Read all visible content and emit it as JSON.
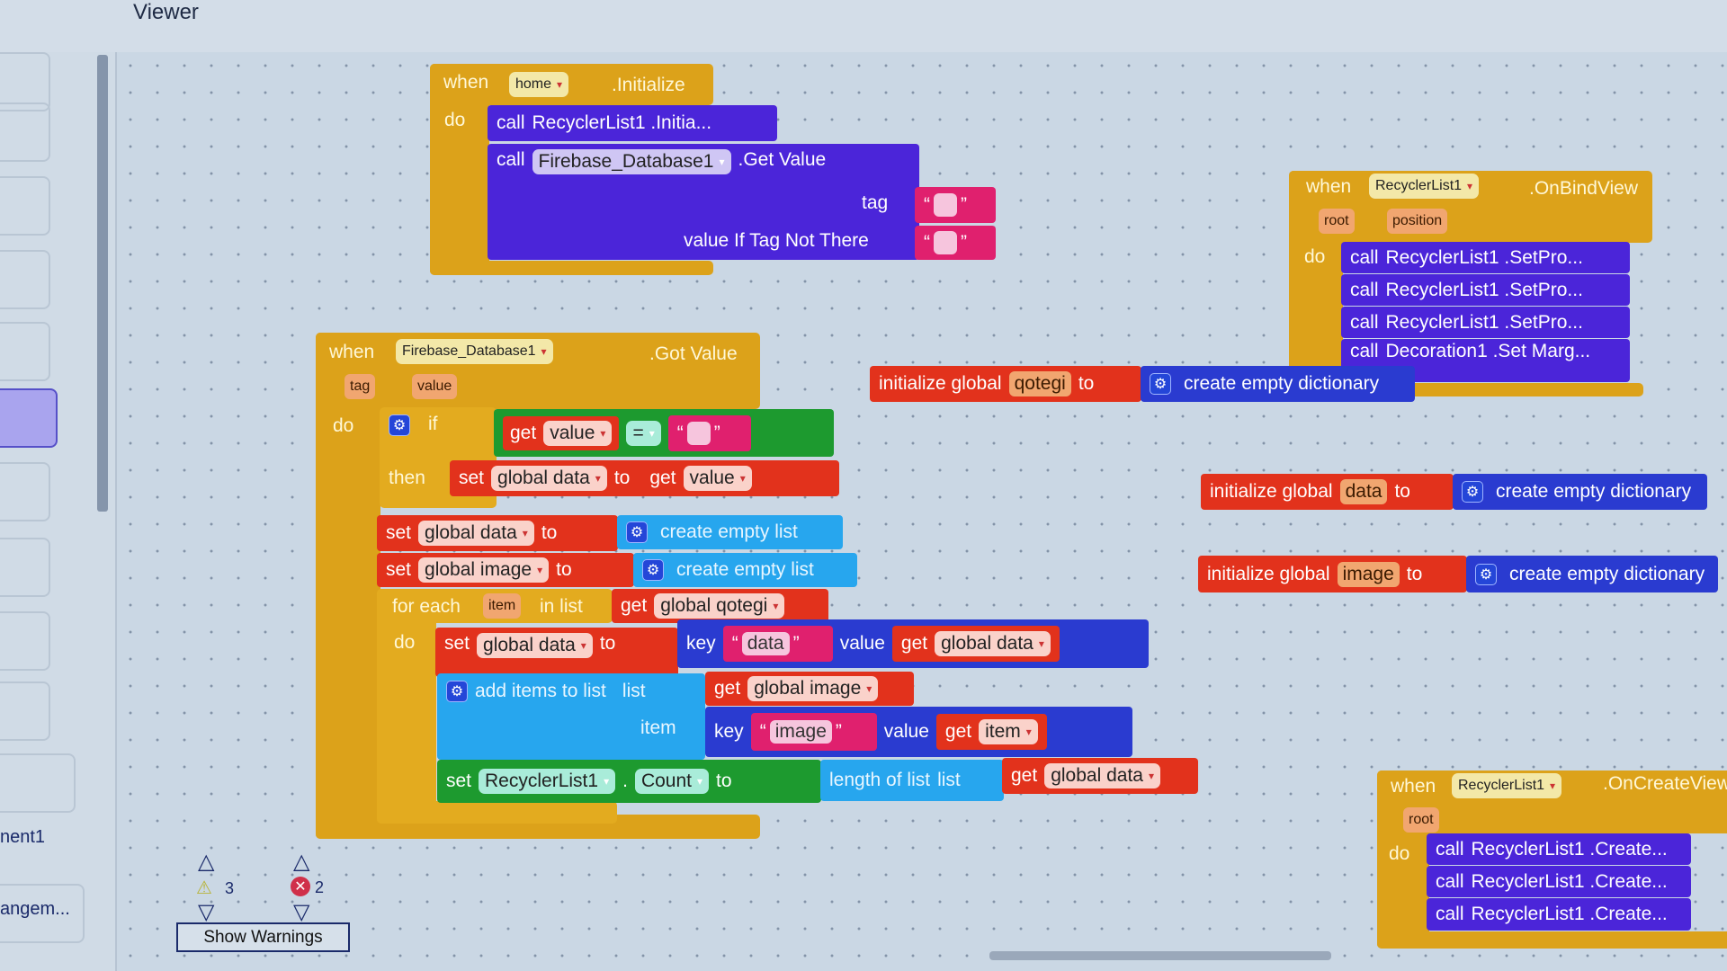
{
  "header": {
    "title": "Viewer"
  },
  "sidebar": {
    "items": [
      "nent1",
      "angem..."
    ]
  },
  "kw": {
    "when": "when",
    "do": "do",
    "call": "call",
    "set": "set",
    "to": "to",
    "get": "get",
    "key": "key",
    "value": "value",
    "if": "if",
    "then": "then",
    "list": "list",
    "item": "item",
    "tag": "tag",
    "root": "root",
    "position": "position",
    "dot": ".",
    "initialize_global": "initialize global",
    "create_empty_dictionary": "create empty dictionary",
    "create_empty_list": "create empty list",
    "for_each": "for each",
    "in_list": "in list",
    "add_items_to_list": "add items to list",
    "length_of_list": "length of list",
    "quote_open": "“",
    "quote_close": "”",
    "eq": "=",
    "dropdown_arrow": "▾"
  },
  "home_init": {
    "component": "home",
    "event": ".Initialize",
    "call1": "RecyclerList1 .Initia...",
    "getvalue_component": "Firebase_Database1",
    "getvalue_method": ".Get Value",
    "arg_tag": "tag",
    "arg_value": "value If Tag Not There",
    "tag_text": "",
    "value_text": ""
  },
  "got_value": {
    "component": "Firebase_Database1",
    "event": ".Got Value",
    "param1": "tag",
    "param2": "value",
    "compare_var": "value",
    "compare_text": "",
    "then_var": "global data",
    "then_get": "value",
    "set1_var": "global data",
    "set2_var": "global image",
    "foreach_var": "item",
    "foreach_list": "global qotegi",
    "loop_set_var": "global data",
    "pair1_key": "data",
    "pair1_value": "global data",
    "add_list": "global image",
    "pair2_key": "image",
    "pair2_value": "item",
    "count_component": "RecyclerList1",
    "count_prop": "Count",
    "length_list": "global data"
  },
  "globals": [
    {
      "name": "qotegi"
    },
    {
      "name": "data"
    },
    {
      "name": "image"
    }
  ],
  "on_bind_view": {
    "component": "RecyclerList1",
    "event": ".OnBindView",
    "params": [
      "root",
      "position"
    ],
    "calls": [
      "RecyclerList1 .SetPro...",
      "RecyclerList1 .SetPro...",
      "RecyclerList1 .SetPro...",
      "Decoration1 .Set Marg..."
    ]
  },
  "on_create_view": {
    "component": "RecyclerList1",
    "event": ".OnCreateView",
    "params": [
      "root"
    ],
    "calls": [
      "RecyclerList1 .Create...",
      "RecyclerList1 .Create...",
      "RecyclerList1 .Create..."
    ]
  },
  "warnings": {
    "warning_count": "3",
    "error_count": "2",
    "show_warnings_label": "Show Warnings"
  },
  "colors": {
    "event": "#dca21a",
    "procedure": "#4b25d9",
    "variable": "#e2321c",
    "text": "#e0206e",
    "list": "#27a6ee",
    "logic": "#1d9a2f",
    "dictionary": "#2a3bd0"
  }
}
